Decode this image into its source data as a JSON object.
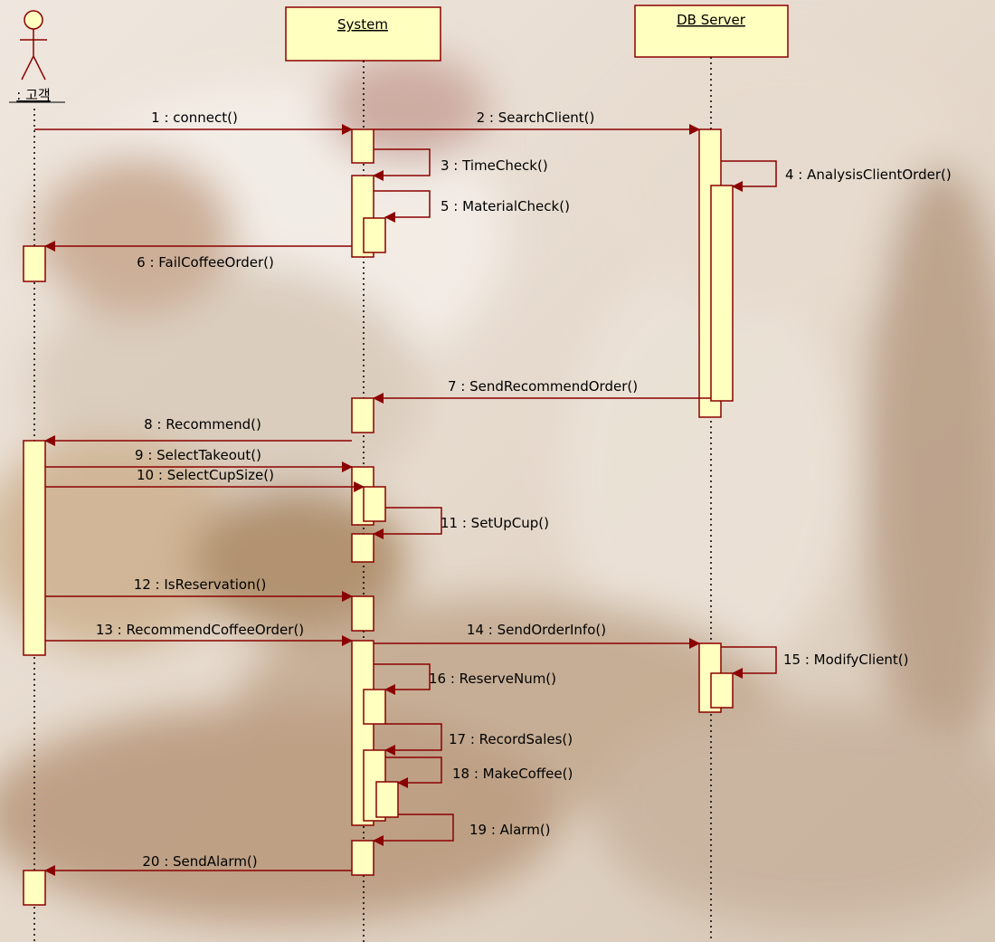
{
  "lifelines": {
    "actor": ": 고객",
    "system": "System",
    "db": "DB Server"
  },
  "messages": [
    "1 : connect()",
    "2 : SearchClient()",
    "3 : TimeCheck()",
    "4 : AnalysisClientOrder()",
    "5 : MaterialCheck()",
    "6 : FailCoffeeOrder()",
    "7 : SendRecommendOrder()",
    "8 : Recommend()",
    "9 : SelectTakeout()",
    "10 : SelectCupSize()",
    "11 : SetUpCup()",
    "12 : IsReservation()",
    "13 : RecommendCoffeeOrder()",
    "14 : SendOrderInfo()",
    "15 : ModifyClient()",
    "16 : ReserveNum()",
    "17 : RecordSales()",
    "18 : MakeCoffee()",
    "19 : Alarm()",
    "20 : SendAlarm()"
  ],
  "colors": {
    "arrow": "#8b0000",
    "activation_fill": "#ffffc0",
    "activation_stroke": "#8b0000"
  }
}
